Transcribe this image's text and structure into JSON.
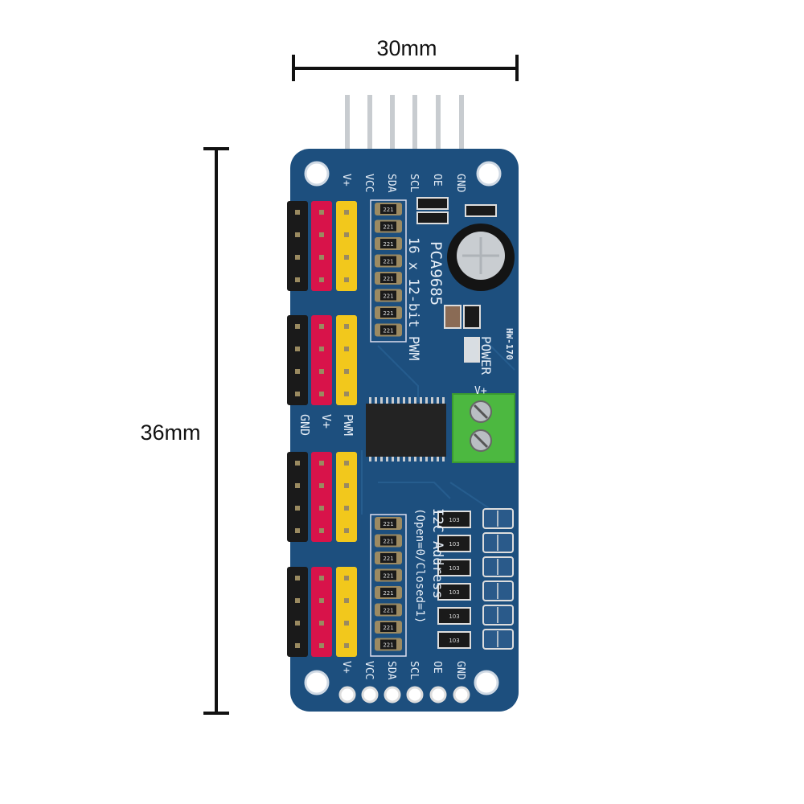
{
  "dimensions": {
    "width_label": "30mm",
    "height_label": "36mm"
  },
  "board": {
    "color": "#1d4f7e",
    "model": "HW-170",
    "chip_name": "PCA9685",
    "chip_desc": "16 x 12-bit PWM",
    "power_label": "POWER",
    "terminal_label": "V+",
    "address_title": "I2C Address",
    "address_desc": "(Open=0/Closed=1)",
    "top_pins": [
      "V+",
      "VCC",
      "SDA",
      "SCL",
      "OE",
      "GND"
    ],
    "bottom_pins": [
      "V+",
      "VCC",
      "SDA",
      "SCL",
      "OE",
      "GND"
    ],
    "servo_header_labels": [
      "GND",
      "V+",
      "PWM"
    ],
    "resistor_array_code": "221",
    "resistor_code": "103",
    "header_colors": {
      "gnd": "#1a1a1a",
      "vplus": "#d8134a",
      "pwm": "#f2c81c"
    },
    "terminal_color": "#4cb840"
  }
}
